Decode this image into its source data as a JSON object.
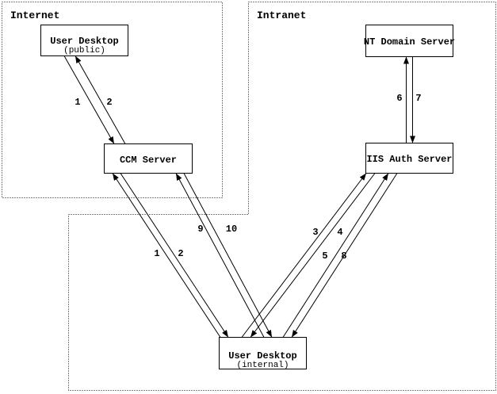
{
  "diagram": {
    "zones": {
      "internet": "Internet",
      "intranet": "Intranet"
    },
    "nodes": {
      "user_desktop_public": {
        "title": "User Desktop",
        "subtitle": "(public)"
      },
      "ccm_server": {
        "title": "CCM Server"
      },
      "nt_domain_server": {
        "title": "NT Domain Server"
      },
      "iis_auth_server": {
        "title": "IIS Auth Server"
      },
      "user_desktop_internal": {
        "title": "User Desktop",
        "subtitle": "(internal)"
      }
    },
    "edge_labels": {
      "public_1": "1",
      "public_2": "2",
      "internal_1": "1",
      "internal_2": "2",
      "n3": "3",
      "n4": "4",
      "n5": "5",
      "n6": "6",
      "n7": "7",
      "n8": "8",
      "n9": "9",
      "n10": "10"
    },
    "connections": [
      {
        "label": "1",
        "from": "user_desktop_public",
        "to": "ccm_server"
      },
      {
        "label": "2",
        "from": "ccm_server",
        "to": "user_desktop_public"
      },
      {
        "label": "1",
        "from": "user_desktop_internal",
        "to": "ccm_server"
      },
      {
        "label": "2",
        "from": "ccm_server",
        "to": "user_desktop_internal"
      },
      {
        "label": "3",
        "from": "user_desktop_internal",
        "to": "iis_auth_server"
      },
      {
        "label": "4",
        "from": "iis_auth_server",
        "to": "user_desktop_internal"
      },
      {
        "label": "5",
        "from": "user_desktop_internal",
        "to": "iis_auth_server"
      },
      {
        "label": "6",
        "from": "iis_auth_server",
        "to": "nt_domain_server"
      },
      {
        "label": "7",
        "from": "nt_domain_server",
        "to": "iis_auth_server"
      },
      {
        "label": "8",
        "from": "iis_auth_server",
        "to": "user_desktop_internal"
      },
      {
        "label": "9",
        "from": "user_desktop_internal",
        "to": "ccm_server"
      },
      {
        "label": "10",
        "from": "ccm_server",
        "to": "user_desktop_internal"
      }
    ],
    "colors": {
      "ink": "#000000",
      "background": "#ffffff"
    }
  }
}
